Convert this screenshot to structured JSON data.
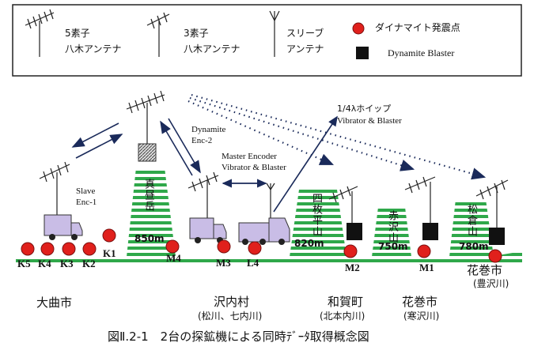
{
  "legend": {
    "yagi5": [
      "5素子",
      "八木アンテナ"
    ],
    "yagi3": [
      "3素子",
      "八木アンテナ"
    ],
    "sleeve": [
      "スリーブ",
      "アンテナ"
    ],
    "shot_point": "ダイナマイト発震点",
    "blaster": "Dynamite Blaster"
  },
  "labels": {
    "slave": [
      "Slave",
      "Enc-1"
    ],
    "dynamite_enc2": [
      "Dynamite",
      "Enc-2"
    ],
    "master": [
      "Master Encoder",
      "Vibrator & Blaster"
    ],
    "whip": [
      "1/4λホイップ",
      "Vibrator & Blaster"
    ]
  },
  "mountains": [
    {
      "name": "真昼岳",
      "elev": "850m"
    },
    {
      "name": "四枚平山",
      "elev": "820m"
    },
    {
      "name": "赤沢山",
      "elev": "750m"
    },
    {
      "name": "松倉山",
      "elev": "780m"
    }
  ],
  "points": {
    "K5": "K5",
    "K4": "K4",
    "K3": "K3",
    "K2": "K2",
    "K1": "K1",
    "M4": "M4",
    "M3": "M3",
    "L4": "L4",
    "M2": "M2",
    "M1": "M1"
  },
  "cities": {
    "omagari": "大曲市",
    "hanamaki_right": [
      "花巻市",
      "(豊沢川)"
    ],
    "sawauchi": [
      "沢内村",
      "(松川、七内川)"
    ],
    "waga": [
      "和賀町",
      "(北本内川)"
    ],
    "hanamaki": [
      "花巻市",
      "(寒沢川)"
    ]
  },
  "caption": "図Ⅱ.2-1　2台の探鉱機による同時ﾃﾞｰﾀ取得概念図",
  "colors": {
    "shot_red": "#e0201c",
    "mountain_green": "#2fa84a",
    "truck_fill": "#c9bde6"
  }
}
